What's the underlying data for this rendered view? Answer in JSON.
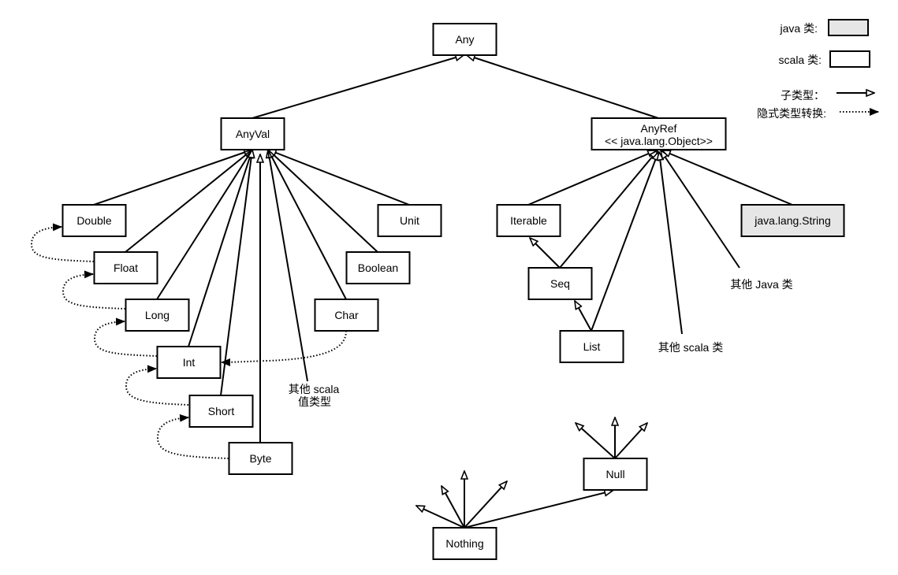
{
  "colors": {
    "java_class_fill": "#e6e6e6",
    "scala_class_fill": "#ffffff",
    "stroke": "#000000"
  },
  "legend": {
    "java_label": "java 类:",
    "scala_label": "scala 类:",
    "subtype_label": "子类型：",
    "implicit_label": "隐式类型转换:"
  },
  "nodes": {
    "any": "Any",
    "anyval": "AnyVal",
    "anyref_line1": "AnyRef",
    "anyref_line2": "<< java.lang.Object>>",
    "double": "Double",
    "float": "Float",
    "long": "Long",
    "int": "Int",
    "short": "Short",
    "byte": "Byte",
    "unit": "Unit",
    "boolean": "Boolean",
    "char": "Char",
    "iterable": "Iterable",
    "seq": "Seq",
    "list": "List",
    "string": "java.lang.String",
    "null": "Null",
    "nothing": "Nothing"
  },
  "labels": {
    "other_value_line1": "其他 scala",
    "other_value_line2": "值类型",
    "other_java": "其他 Java 类",
    "other_scala": "其他 scala 类"
  }
}
